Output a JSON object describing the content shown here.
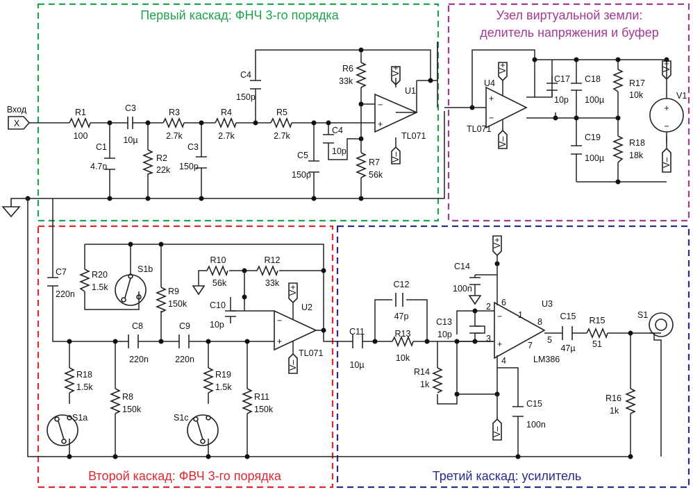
{
  "colors": {
    "green": "#1fa34a",
    "magenta": "#a23a93",
    "red": "#e0262e",
    "navy": "#262b8c",
    "wire": "#222222"
  },
  "titles": {
    "stage1": "Первый каскад: ФНЧ 3-го порядка",
    "vg1": "Узел виртуальной земли:",
    "vg2": "делитель напряжения и буфер",
    "stage2": "Второй каскад: ФВЧ 3-го порядка",
    "stage3": "Третий каскад: усилитель"
  },
  "input": {
    "label": "Вход",
    "symbol": "X"
  },
  "components": {
    "R1": {
      "name": "R1",
      "value": "100"
    },
    "C1": {
      "name": "C1",
      "value": "4.7n"
    },
    "C3a": {
      "name": "C3",
      "value": "10µ"
    },
    "R2": {
      "name": "R2",
      "value": "22k"
    },
    "R3": {
      "name": "R3",
      "value": "2.7k"
    },
    "C3b": {
      "name": "C3",
      "value": "150p"
    },
    "R4": {
      "name": "R4",
      "value": "2.7k"
    },
    "C4a": {
      "name": "C4",
      "value": "150p"
    },
    "R5": {
      "name": "R5",
      "value": "2.7k"
    },
    "C5": {
      "name": "C5",
      "value": "150p"
    },
    "C4b": {
      "name": "C4",
      "value": "10p"
    },
    "R6": {
      "name": "R6",
      "value": "33k"
    },
    "R7": {
      "name": "R7",
      "value": "56k"
    },
    "U1": {
      "name": "U1",
      "type": "TL071"
    },
    "U4": {
      "name": "U4",
      "type": "TL071"
    },
    "C17": {
      "name": "C17",
      "value": "10p"
    },
    "C18": {
      "name": "C18",
      "value": "100µ"
    },
    "C19": {
      "name": "C19",
      "value": "100µ"
    },
    "R17": {
      "name": "R17",
      "value": "10k"
    },
    "R18a": {
      "name": "R18",
      "value": "18k"
    },
    "V1": {
      "name": "V1"
    },
    "C7": {
      "name": "C7",
      "value": "220n"
    },
    "R20": {
      "name": "R20",
      "value": "1.5k"
    },
    "S1b": {
      "name": "S1b"
    },
    "R9": {
      "name": "R9",
      "value": "150k"
    },
    "R10": {
      "name": "R10",
      "value": "56k"
    },
    "R12": {
      "name": "R12",
      "value": "33k"
    },
    "C10": {
      "name": "C10",
      "value": "10p"
    },
    "U2": {
      "name": "U2",
      "type": "TL071"
    },
    "C8": {
      "name": "C8",
      "value": "220n"
    },
    "C9": {
      "name": "C9",
      "value": "220n"
    },
    "R18b": {
      "name": "R18",
      "value": "1.5k"
    },
    "R8": {
      "name": "R8",
      "value": "150k"
    },
    "R19": {
      "name": "R19",
      "value": "1.5k"
    },
    "R11": {
      "name": "R11",
      "value": "150k"
    },
    "S1a": {
      "name": "S1a"
    },
    "S1c": {
      "name": "S1c"
    },
    "C11": {
      "name": "C11",
      "value": "10µ"
    },
    "C12": {
      "name": "C12",
      "value": "47p"
    },
    "R13": {
      "name": "R13",
      "value": "10k"
    },
    "C13": {
      "name": "C13",
      "value": "10p"
    },
    "R14": {
      "name": "R14",
      "value": "1k"
    },
    "C14": {
      "name": "C14",
      "value": "100n"
    },
    "U3": {
      "name": "U3",
      "type": "LM386"
    },
    "C15a": {
      "name": "C15",
      "value": "47µ"
    },
    "C15b": {
      "name": "C15",
      "value": "100n"
    },
    "R15": {
      "name": "R15",
      "value": "51"
    },
    "R16": {
      "name": "R16",
      "value": "1k"
    },
    "S1": {
      "name": "S1"
    }
  },
  "pins": {
    "p2": "2",
    "p3": "3",
    "p6": "6",
    "p1": "1",
    "p8": "8",
    "p5": "5",
    "p7": "7",
    "p4": "4"
  },
  "supplies": {
    "vplus": "V+",
    "vminus": "V–"
  }
}
